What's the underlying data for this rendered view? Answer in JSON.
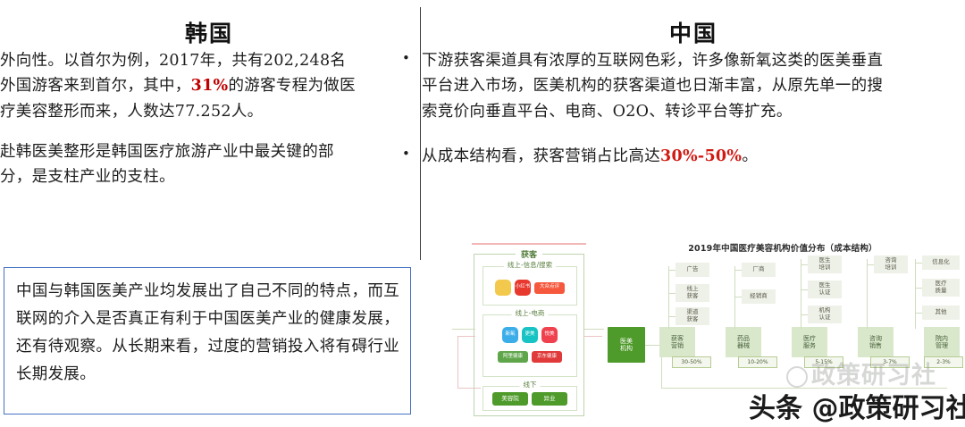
{
  "slide": {
    "left_column": {
      "title": "韩国",
      "bullets": [
        {
          "parts": [
            {
              "text": "外向性。以首尔为例，2017年，共有202,248名外国游客来到首尔，其中，",
              "highlight": false
            },
            {
              "text": "31%",
              "highlight": true
            },
            {
              "text": "的游客专程为做医疗美容整形而来，人数达77.252人。",
              "highlight": false
            }
          ]
        },
        {
          "parts": [
            {
              "text": "赴韩医美整形是韩国医疗旅游产业中最关键的部分，是支柱产业的支柱。",
              "highlight": false
            }
          ]
        }
      ],
      "callout": {
        "text": "中国与韩国医美产业均发展出了自己不同的特点，而互联网的介入是否真正有利于中国医美产业的健康发展，还有待观察。从长期来看，过度的营销投入将有碍行业长期发展。",
        "border_color": "#4472C4"
      }
    },
    "right_column": {
      "title": "中国",
      "bullets": [
        {
          "parts": [
            {
              "text": "下游获客渠道具有浓厚的互联网色彩，许多像新氧这类的医美垂直平台进入市场，医美机构的获客渠道也日渐丰富，从原先单一的搜索竞价向垂直平台、电商、O2O、转诊平台等扩充。",
              "highlight": false
            }
          ]
        },
        {
          "parts": [
            {
              "text": "从成本结构看，获客营销占比高达",
              "highlight": false
            },
            {
              "text": "30%-50%",
              "highlight": true
            },
            {
              "text": "。",
              "highlight": false
            }
          ]
        }
      ]
    }
  },
  "highlight_color": "#C00000",
  "flow_diagram": {
    "outer_label": "获客",
    "groups": [
      {
        "label": "线上-信息/搜索",
        "chips": [
          {
            "text": "",
            "color": "#F2C94C",
            "shape": "sq"
          },
          {
            "text": "小红书",
            "color": "#E8392F",
            "shape": "sq"
          },
          {
            "text": "大众点评",
            "color": "#F5583C",
            "shape": "wide"
          }
        ]
      },
      {
        "label": "线上-电商",
        "chips": [
          {
            "text": "新氧",
            "color": "#3BAEEA",
            "shape": "sq"
          },
          {
            "text": "更美",
            "color": "#17C3C3",
            "shape": "sq"
          },
          {
            "text": "悦美",
            "color": "#F0424E",
            "shape": "sq"
          },
          {
            "text": "阿里健康",
            "color": "#5FA64B",
            "shape": "wide"
          },
          {
            "text": "京东健康",
            "color": "#E03A3A",
            "shape": "wide"
          }
        ]
      },
      {
        "label": "线下",
        "chips": [
          {
            "text": "美容院",
            "color": "#4E9A2A",
            "shape": "btn"
          },
          {
            "text": "异业",
            "color": "#4E9A2A",
            "shape": "btn"
          }
        ]
      }
    ]
  },
  "chart_data": {
    "type": "table",
    "title": "2019年中国医疗美容机构价值分布（成本结构）",
    "root": "医美\n机构",
    "xlabel": "",
    "ylabel": "",
    "legend": [],
    "grid": false,
    "categories": [
      "获客\n营销",
      "药品\n器械",
      "医疗\n服务",
      "咨询\n销售",
      "院内\n管理"
    ],
    "values": [
      "30-50%",
      "10-20%",
      "5-15%",
      "3-7%",
      "2-3%"
    ],
    "columns": [
      {
        "main": "获客\n营销",
        "pct": "30-50%",
        "children": [
          "广告",
          "线上\n获客",
          "渠道\n获客"
        ]
      },
      {
        "main": "药品\n器械",
        "pct": "10-20%",
        "children": [
          "厂商",
          "经销商"
        ]
      },
      {
        "main": "医疗\n服务",
        "pct": "5-15%",
        "children": [
          "医生\n培训",
          "医生\n认证",
          "机构\n认证"
        ]
      },
      {
        "main": "咨询\n销售",
        "pct": "3-7%",
        "children": [
          "咨询\n培训"
        ]
      },
      {
        "main": "院内\n管理",
        "pct": "2-3%",
        "children": [
          "信息化",
          "医疗\n质量",
          "其他"
        ]
      }
    ],
    "accent_color": "#4E9A2A",
    "node_color": "#EEF1E8"
  },
  "watermark": {
    "faint": "政策研习社",
    "main": "头条 @政策研习社"
  }
}
